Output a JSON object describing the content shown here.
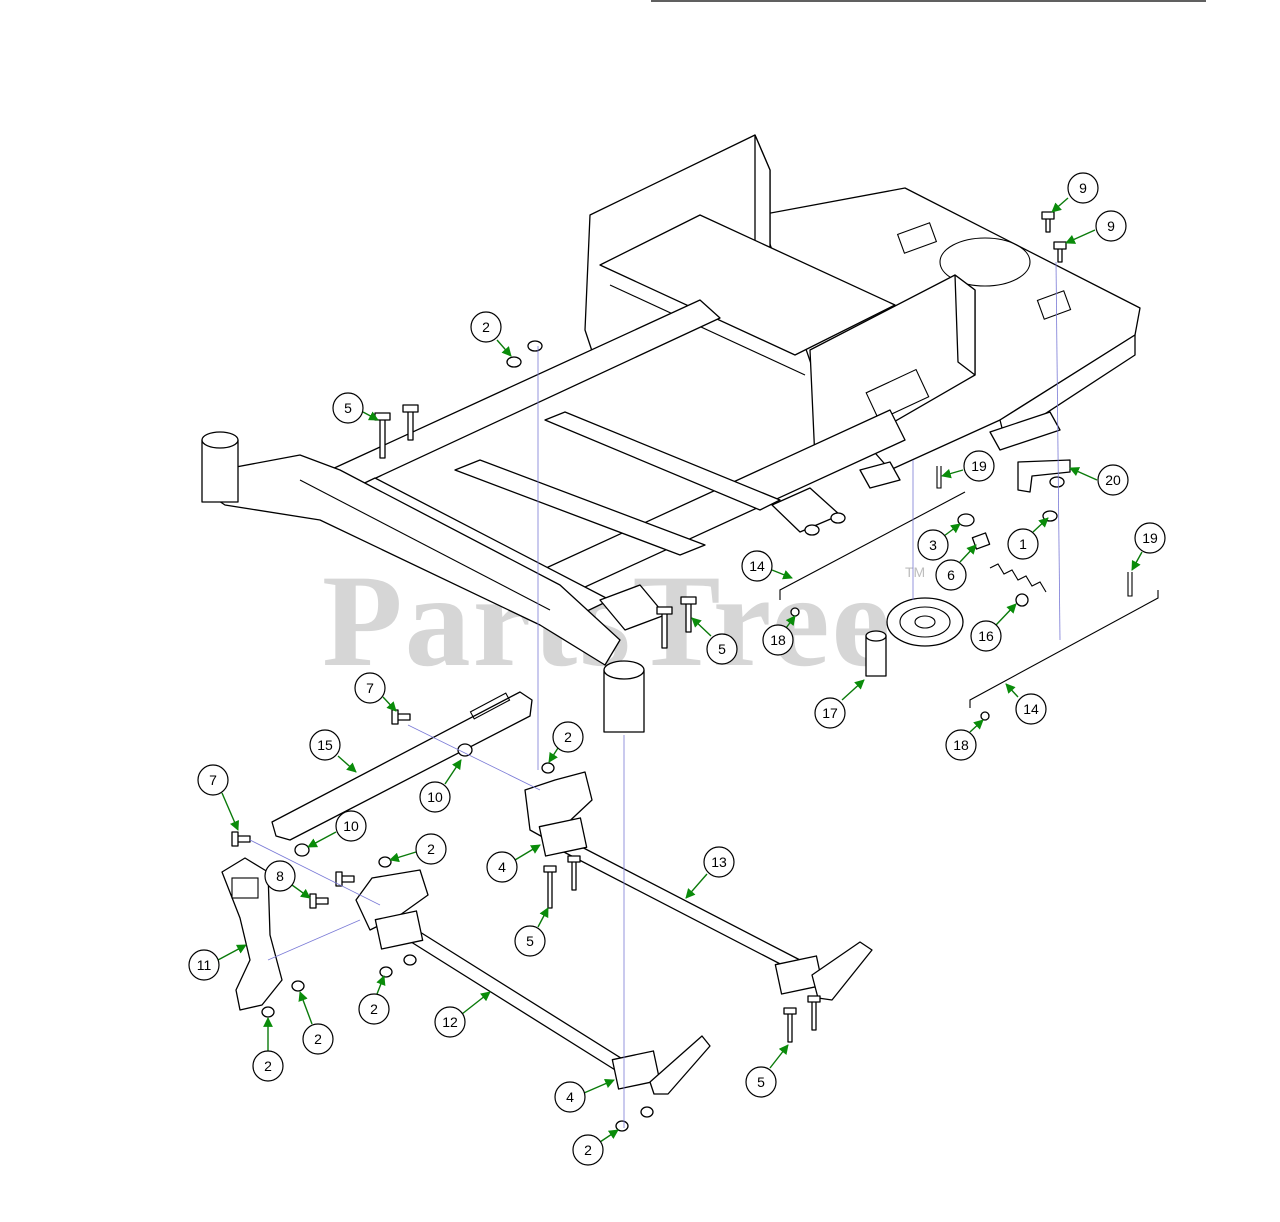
{
  "watermark": {
    "text": "PartsTree",
    "trademark": "TM"
  },
  "colors": {
    "arrow": "#0a8c0a",
    "guide": "#7a7ad6",
    "watermark": "#cfcfcf"
  },
  "callouts": [
    "2",
    "9",
    "9",
    "5",
    "19",
    "20",
    "1",
    "3",
    "6",
    "14",
    "18",
    "16",
    "5",
    "19",
    "17",
    "14",
    "18",
    "7",
    "2",
    "15",
    "10",
    "7",
    "10",
    "2",
    "4",
    "13",
    "8",
    "5",
    "11",
    "2",
    "12",
    "2",
    "2",
    "4",
    "5",
    "2"
  ]
}
